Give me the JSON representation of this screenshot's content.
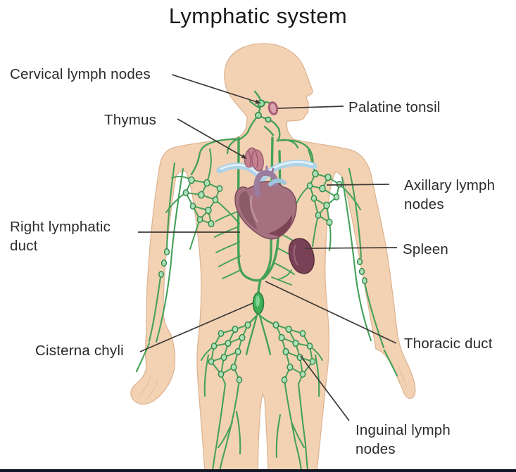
{
  "title": "Lymphatic system",
  "labels": [
    {
      "id": "cervical-lymph-nodes",
      "text": "Cervical lymph nodes"
    },
    {
      "id": "thymus",
      "text": "Thymus"
    },
    {
      "id": "palatine-tonsil",
      "text": "Palatine tonsil"
    },
    {
      "id": "axillary-lymph-nodes",
      "text": "Axillary lymph nodes"
    },
    {
      "id": "right-lymphatic-duct",
      "text": "Right lymphatic duct"
    },
    {
      "id": "spleen",
      "text": "Spleen"
    },
    {
      "id": "cisterna-chyli",
      "text": "Cisterna chyli"
    },
    {
      "id": "thoracic-duct",
      "text": "Thoracic duct"
    },
    {
      "id": "inguinal-lymph-nodes",
      "text": "Inguinal lymph nodes"
    }
  ],
  "colors": {
    "background": "#ffffff",
    "skin": "#f3d2b4",
    "skin_outline": "#ddb593",
    "vessel_green": "#45a159",
    "vessel_green_dark": "#2f8747",
    "node_fill": "#aee0b8",
    "node_bright": "#7fd392",
    "cisterna_green": "#3fae57",
    "vein_blue": "#aed3e9",
    "heart": "#a5707f",
    "heart_dark": "#7c4455",
    "aorta_purple": "#9b7c9f",
    "thymus_pink": "#c5808f",
    "tonsil_pink": "#dba3b0",
    "spleen": "#7a4055",
    "leader_line": "#3e3935",
    "label_text": "#2d2a28",
    "title_text": "#1a1a1a",
    "footer_bar": "#141728"
  }
}
